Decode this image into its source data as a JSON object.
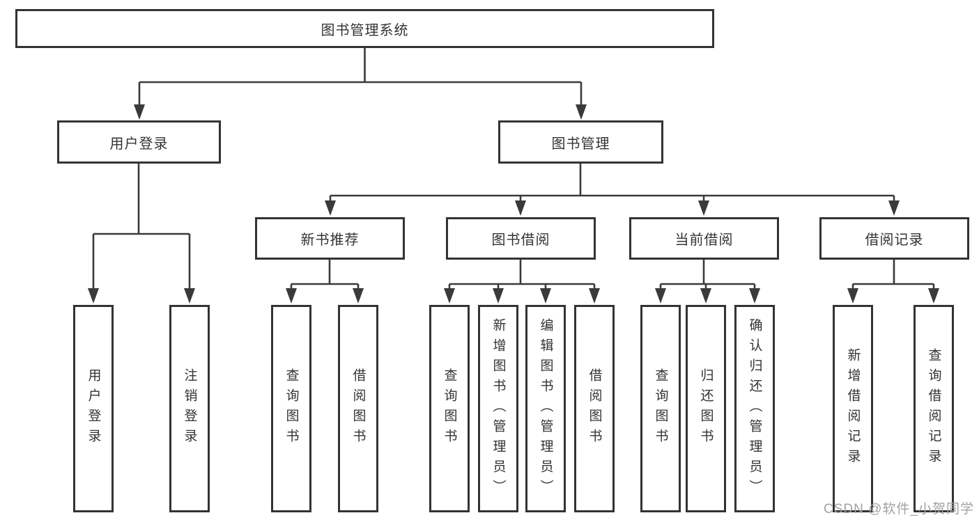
{
  "colors": {
    "line": "#3a3a3a",
    "box_border": "#333333",
    "text": "#333333",
    "watermark": "#a2a2a2",
    "background": "#ffffff"
  },
  "watermark": "CSDN @软件_小贺同学",
  "tree": {
    "label": "图书管理系统",
    "children": [
      {
        "label": "用户登录",
        "children": [
          {
            "label": "用户登录"
          },
          {
            "label": "注销登录"
          }
        ]
      },
      {
        "label": "图书管理",
        "children": [
          {
            "label": "新书推荐",
            "children": [
              {
                "label": "查询图书"
              },
              {
                "label": "借阅图书"
              }
            ]
          },
          {
            "label": "图书借阅",
            "children": [
              {
                "label": "查询图书"
              },
              {
                "label": "新增图书（管理员）"
              },
              {
                "label": "编辑图书（管理员）"
              },
              {
                "label": "借阅图书"
              }
            ]
          },
          {
            "label": "当前借阅",
            "children": [
              {
                "label": "查询图书"
              },
              {
                "label": "归还图书"
              },
              {
                "label": "确认归还（管理员）"
              }
            ]
          },
          {
            "label": "借阅记录",
            "children": [
              {
                "label": "新增借阅记录"
              },
              {
                "label": "查询借阅记录"
              }
            ]
          }
        ]
      }
    ]
  }
}
